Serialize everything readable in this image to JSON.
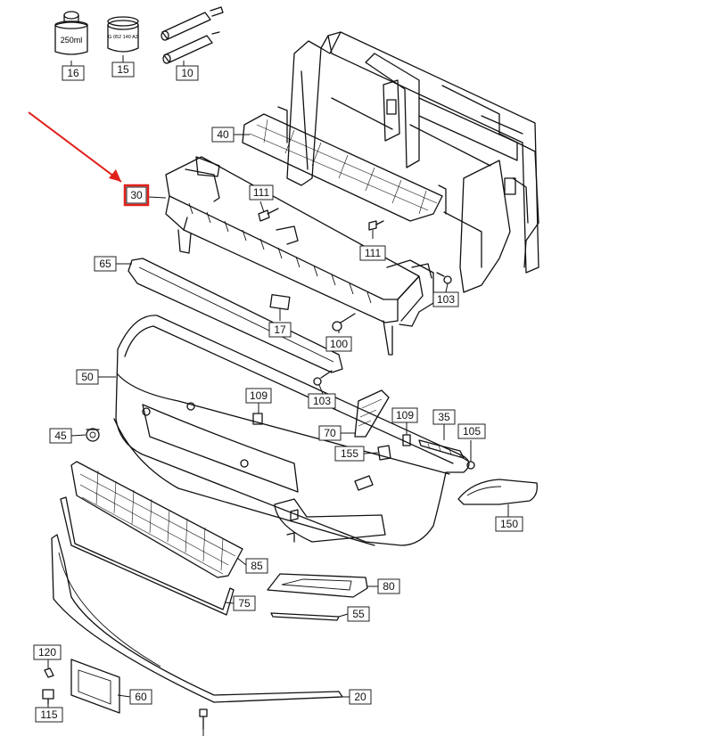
{
  "colors": {
    "highlight": "#e0201b",
    "line": "#111111",
    "background": "#ffffff"
  },
  "consumables": {
    "bottle_volume": "250ml",
    "tin_code": "G 052 140 A2"
  },
  "labels": {
    "p16": "16",
    "p15": "15",
    "p10": "10",
    "p40": "40",
    "p30": "30",
    "p111a": "111",
    "p111b": "111",
    "p65": "65",
    "p17": "17",
    "p103a": "103",
    "p100": "100",
    "p50": "50",
    "p103b": "103",
    "p109a": "109",
    "p109b": "109",
    "p35": "35",
    "p105": "105",
    "p45": "45",
    "p70": "70",
    "p155": "155",
    "p150": "150",
    "p85": "85",
    "p80": "80",
    "p75": "75",
    "p55": "55",
    "p120": "120",
    "p60": "60",
    "p20": "20",
    "p115": "115"
  }
}
